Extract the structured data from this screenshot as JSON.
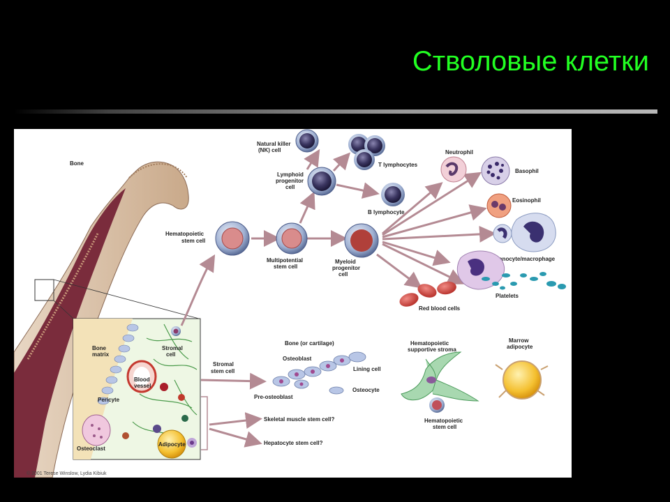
{
  "slide": {
    "title": "Стволовые клетки"
  },
  "figure": {
    "labels": {
      "bone": "Bone",
      "nk": [
        "Natural killer",
        "(NK) cell"
      ],
      "t_lymph": "T lymphocytes",
      "lymphoid": [
        "Lymphoid",
        "progenitor",
        "cell"
      ],
      "b_lymph": "B lymphocyte",
      "neutrophil": "Neutrophil",
      "basophil": "Basophil",
      "eosinophil": "Eosinophil",
      "hsc": [
        "Hematopoietic",
        "stem cell"
      ],
      "multipotential": [
        "Multipotential",
        "stem cell"
      ],
      "myeloid": [
        "Myeloid",
        "progenitor",
        "cell"
      ],
      "monocyte": "Monocyte/macrophage",
      "platelets": "Platelets",
      "rbc": "Red blood cells",
      "bone_matrix": [
        "Bone",
        "matrix"
      ],
      "stromal_cell": [
        "Stromal",
        "cell"
      ],
      "blood_vessel": [
        "Blood",
        "vessel"
      ],
      "pericyte": "Pericyte",
      "osteoclast": "Osteoclast",
      "adipocyte": "Adipocyte",
      "stromal_stem": [
        "Stromal",
        "stem cell"
      ],
      "bone_cartilage": "Bone (or cartilage)",
      "osteoblast": "Osteoblast",
      "lining": "Lining cell",
      "osteocyte": "Osteocyte",
      "pre_osteoblast": "Pre-osteoblast",
      "hsc_stroma": [
        "Hematopoietic",
        "supportive stroma"
      ],
      "hsc2": [
        "Hematopoietic",
        "stem cell"
      ],
      "marrow_adipocyte": [
        "Marrow",
        "adipocyte"
      ],
      "skeletal": "Skeletal muscle stem cell?",
      "hepatocyte": "Hepatocyte stem cell?",
      "copyright": "© 2001 Terese Winslow, Lydia Kibiuk"
    }
  }
}
